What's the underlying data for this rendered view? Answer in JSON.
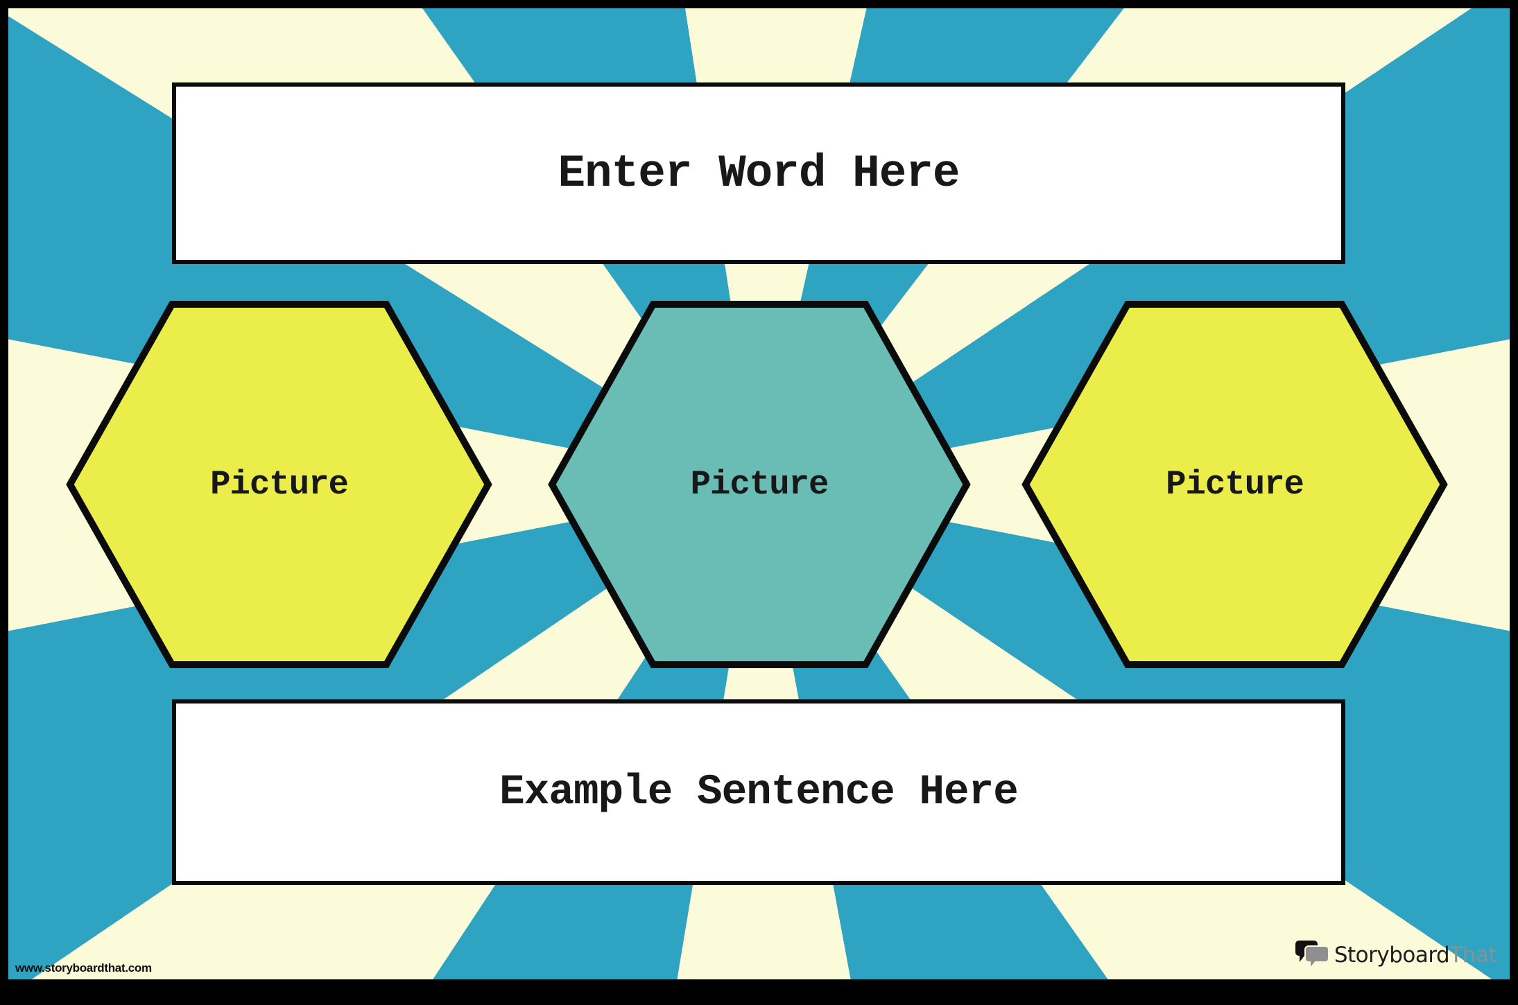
{
  "poster": {
    "word_box": {
      "text": "Enter Word Here"
    },
    "hexagons": [
      {
        "label": "Picture",
        "fill": "#ebed4b"
      },
      {
        "label": "Picture",
        "fill": "#6abdb5"
      },
      {
        "label": "Picture",
        "fill": "#ebed4b"
      }
    ],
    "sentence_box": {
      "text": "Example Sentence Here"
    },
    "background": {
      "ray_blue": "#2fa4c2",
      "ray_cream": "#fbfad9",
      "frame_black": "#000000",
      "shape_outline": "#0b0b0b",
      "box_white": "#ffffff"
    }
  },
  "footer": {
    "website_url": "www.storyboardthat.com",
    "logo": {
      "icon": "speech-bubbles-icon",
      "text_primary": "Storyboard",
      "text_secondary": "That",
      "primary_color": "#1d1d1d",
      "secondary_color": "#8f8f8f"
    }
  }
}
